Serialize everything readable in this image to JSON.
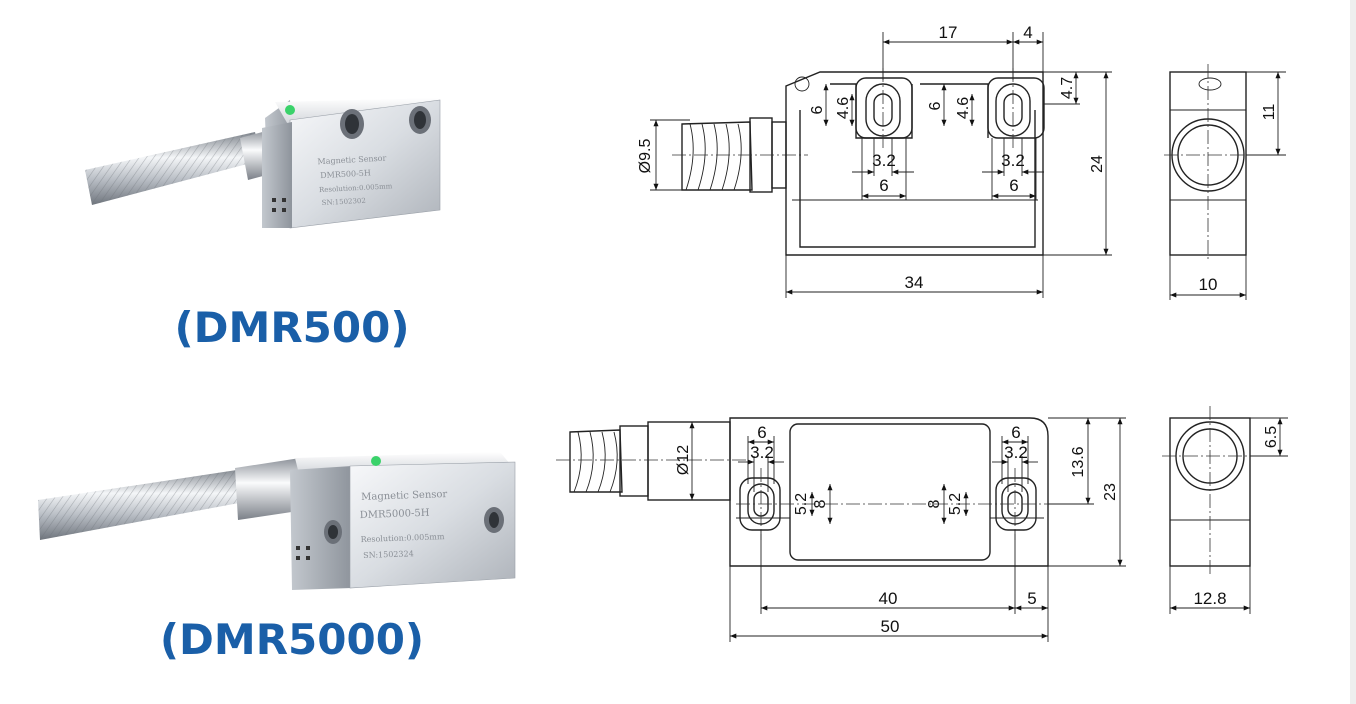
{
  "colors": {
    "label_blue": "#1a5fa8",
    "line": "#222222",
    "metal_light": "#eef0f3",
    "metal_dark": "#8e949c"
  },
  "products": [
    {
      "model": "(DMR500)",
      "engraving": [
        "Magnetic Sensor",
        "DMR500-5H",
        "Resolution:0.005mm",
        "SN:1502302"
      ],
      "dimensions": {
        "top_17": "17",
        "top_4": "4",
        "left_6": "6",
        "left_4_6": "4.6",
        "mid_6": "6",
        "mid_4_6": "4.6",
        "right_4_7": "4.7",
        "right_24": "24",
        "cable_dia": "Ø9.5",
        "hole_a_3_2": "3.2",
        "hole_a_6": "6",
        "hole_b_3_2": "3.2",
        "hole_b_6": "6",
        "bottom_34": "34",
        "side_11": "11",
        "side_10": "10"
      }
    },
    {
      "model": "(DMR5000)",
      "engraving": [
        "Magnetic Sensor",
        "DMR5000-5H",
        "Resolution:0.005mm",
        "SN:1502324"
      ],
      "dimensions": {
        "cable_dia": "Ø12",
        "left_6": "6",
        "left_3_2": "3.2",
        "left_5_2": "5.2",
        "left_8": "8",
        "right_6": "6",
        "right_3_2": "3.2",
        "right_8": "8",
        "right_5_2": "5.2",
        "dim_13_6": "13.6",
        "dim_23": "23",
        "dim_40": "40",
        "dim_5": "5",
        "dim_50": "50",
        "side_6_5": "6.5",
        "side_12_8": "12.8"
      }
    }
  ]
}
